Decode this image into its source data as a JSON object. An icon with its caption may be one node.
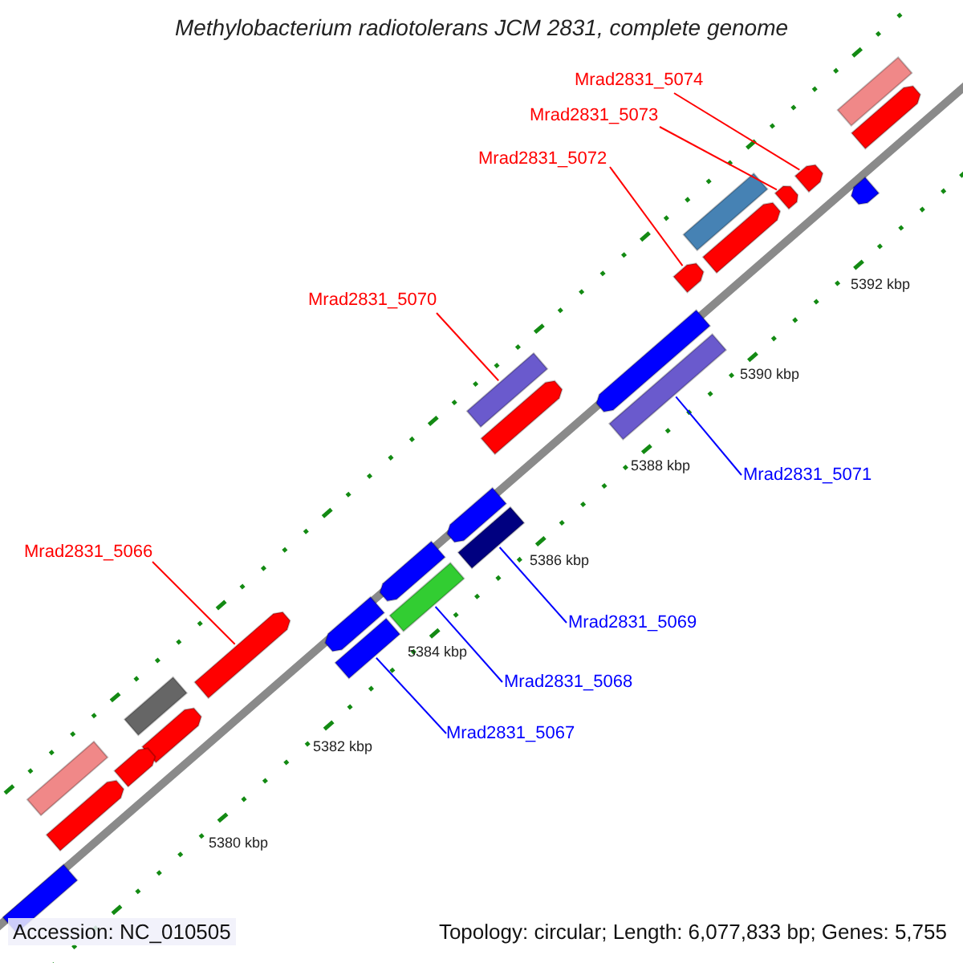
{
  "diagram": {
    "title": "Methylobacterium radiotolerans JCM 2831, complete genome",
    "nodes": [
      {
        "text": [
          "Mrad2831_5074"
        ]
      },
      {
        "text": [
          "Mrad2831_5073"
        ]
      },
      {
        "text": [
          "Mrad2831_5072"
        ]
      },
      {
        "text": [
          "Mrad2831_5070"
        ]
      },
      {
        "text": [
          "Mrad2831_5071"
        ]
      },
      {
        "text": [
          "Mrad2831_5066"
        ]
      },
      {
        "text": [
          "Mrad2831_5069"
        ]
      },
      {
        "text": [
          "Mrad2831_5068"
        ]
      },
      {
        "text": [
          "Mrad2831_5067"
        ]
      },
      {
        "text": [],
        "shape": "bar"
      },
      {
        "text": [],
        "shape": "bar"
      },
      {
        "text": [],
        "shape": "bar"
      },
      {
        "text": [],
        "shape": "bar"
      },
      {
        "text": [],
        "shape": "bar"
      },
      {
        "text": [],
        "shape": "bar"
      },
      {
        "text": [],
        "shape": "bar"
      },
      {
        "text": [],
        "shape": "bar"
      },
      {
        "text": [],
        "shape": "bar"
      },
      {
        "text": [],
        "shape": "bar"
      },
      {
        "text": [],
        "shape": "bar"
      },
      {
        "text": [],
        "shape": "bar"
      },
      {
        "text": [],
        "shape": "bar"
      },
      {
        "text": [],
        "shape": "bar"
      },
      {
        "text": [],
        "shape": "bar"
      },
      {
        "text": [],
        "shape": "bar"
      },
      {
        "text": [],
        "shape": "bar"
      },
      {
        "text": [],
        "shape": "bar"
      },
      {
        "text": [],
        "shape": "bar"
      },
      {
        "text": [],
        "shape": "bar"
      },
      {
        "text": [],
        "shape": "bar"
      },
      {
        "text": [],
        "shape": "bar"
      },
      {
        "text": [],
        "shape": "bar"
      },
      {
        "text": [],
        "shape": "bar"
      },
      {
        "text": [],
        "shape": "bar"
      }
    ],
    "edges": [
      {
        "from": 0,
        "to": 11,
        "arrow": "none"
      },
      {
        "from": 1,
        "to": 13,
        "arrow": "none"
      },
      {
        "from": 2,
        "to": 16,
        "arrow": "none"
      },
      {
        "from": 3,
        "to": 19,
        "arrow": "none"
      },
      {
        "from": 4,
        "to": 18,
        "arrow": "none",
        "color": "#0000ff"
      },
      {
        "from": 5,
        "to": 27,
        "arrow": "none"
      },
      {
        "from": 6,
        "to": 22,
        "arrow": "none",
        "color": "#0000ff"
      },
      {
        "from": 7,
        "to": 24,
        "arrow": "none",
        "color": "#0000ff"
      },
      {
        "from": 8,
        "to": 26,
        "arrow": "none",
        "color": "#0000ff"
      }
    ],
    "labels": [
      "5392 kbp",
      "5390 kbp",
      "5388 kbp",
      "5386 kbp",
      "5384 kbp",
      "5382 kbp",
      "5380 kbp",
      "Accession: NC_010505",
      "Topology: circular; Length: 6,077,833 bp; Genes: 5,755"
    ]
  }
}
